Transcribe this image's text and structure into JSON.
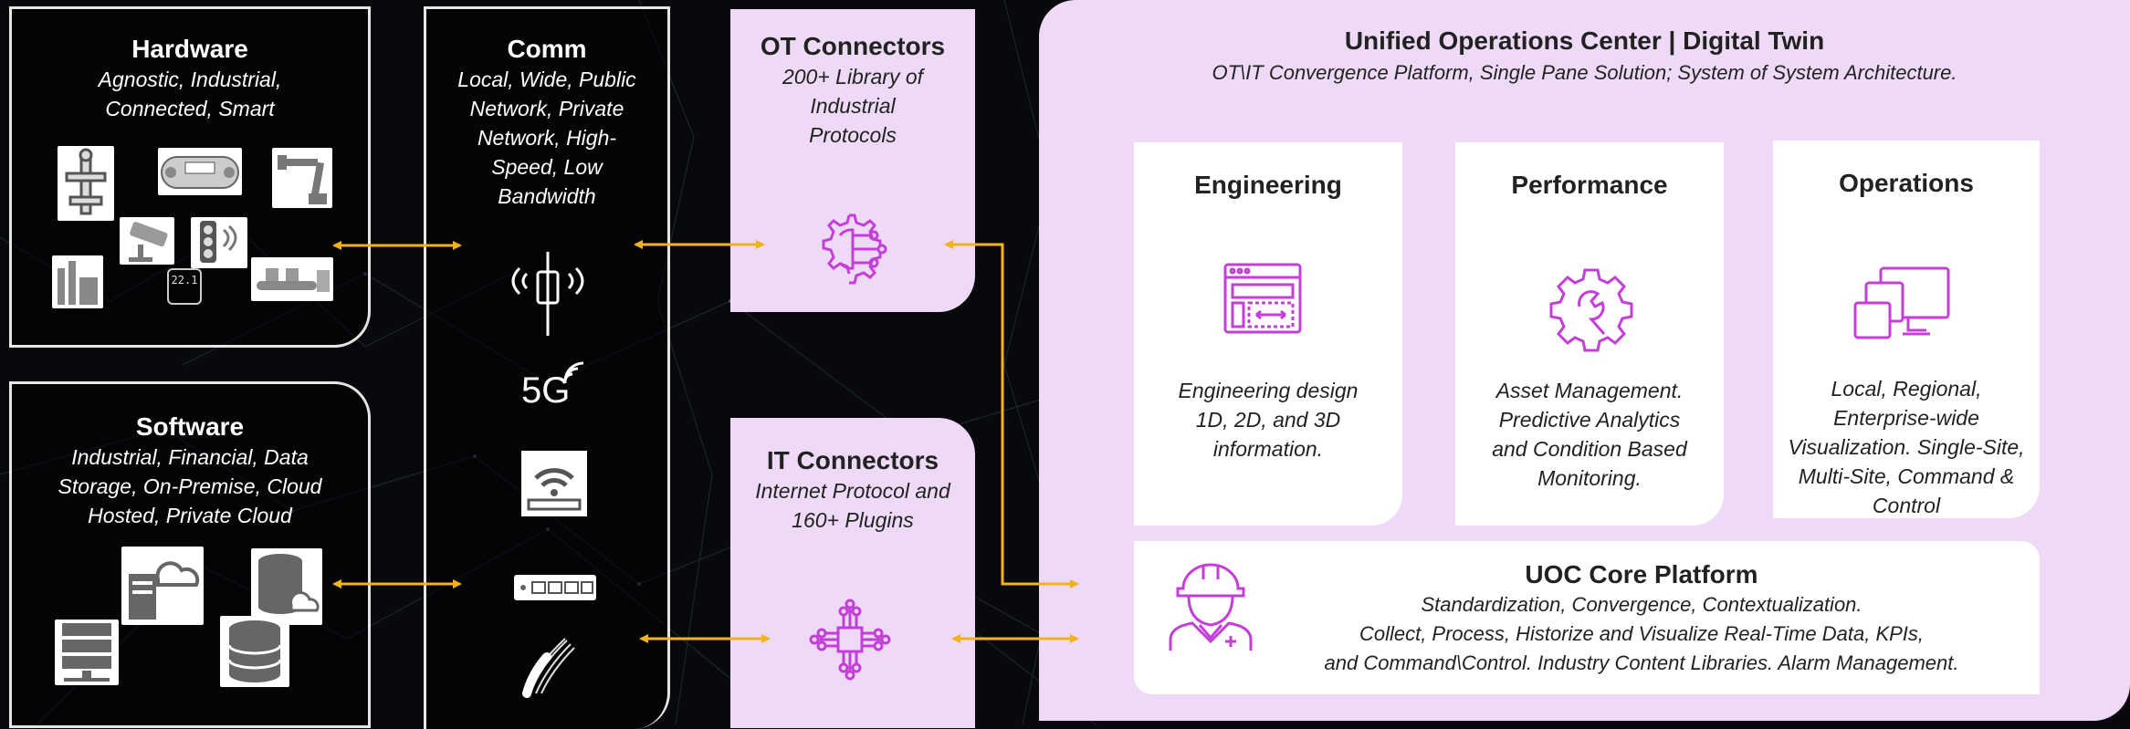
{
  "hardware": {
    "title": "Hardware",
    "subtitle": "Agnostic, Industrial, Connected, Smart"
  },
  "software": {
    "title": "Software",
    "subtitle": "Industrial, Financial, Data Storage, On-Premise, Cloud Hosted, Private Cloud"
  },
  "comm": {
    "title": "Comm",
    "subtitle": "Local, Wide, Public Network, Private Network, High-Speed, Low Bandwidth",
    "fiveg": "5G"
  },
  "ot_connectors": {
    "title": "OT Connectors",
    "subtitle": "200+ Library of Industrial Protocols"
  },
  "it_connectors": {
    "title": "IT Connectors",
    "subtitle": "Internet Protocol and 160+ Plugins"
  },
  "uoc": {
    "title": "Unified Operations Center | Digital Twin",
    "subtitle": "OT\\IT Convergence Platform, Single Pane Solution; System of System Architecture."
  },
  "cards": [
    {
      "title": "Engineering",
      "text": "Engineering design 1D, 2D, and 3D information."
    },
    {
      "title": "Performance",
      "text": "Asset Management. Predictive Analytics and Condition Based Monitoring."
    },
    {
      "title": "Operations",
      "text": "Local, Regional, Enterprise-wide Visualization. Single-Site, Multi-Site, Command & Control"
    }
  ],
  "core": {
    "title": "UOC Core Platform",
    "line1": "Standardization, Convergence, Contextualization.",
    "line2": "Collect, Process, Historize and Visualize Real-Time Data, KPIs,",
    "line3": "and Command\\Control. Industry Content Libraries. Alarm Management."
  },
  "hw_display": "22.1",
  "colors": {
    "accent": "#c43ed8",
    "arrow": "#f2b21b",
    "panel": "#eedaf6"
  }
}
